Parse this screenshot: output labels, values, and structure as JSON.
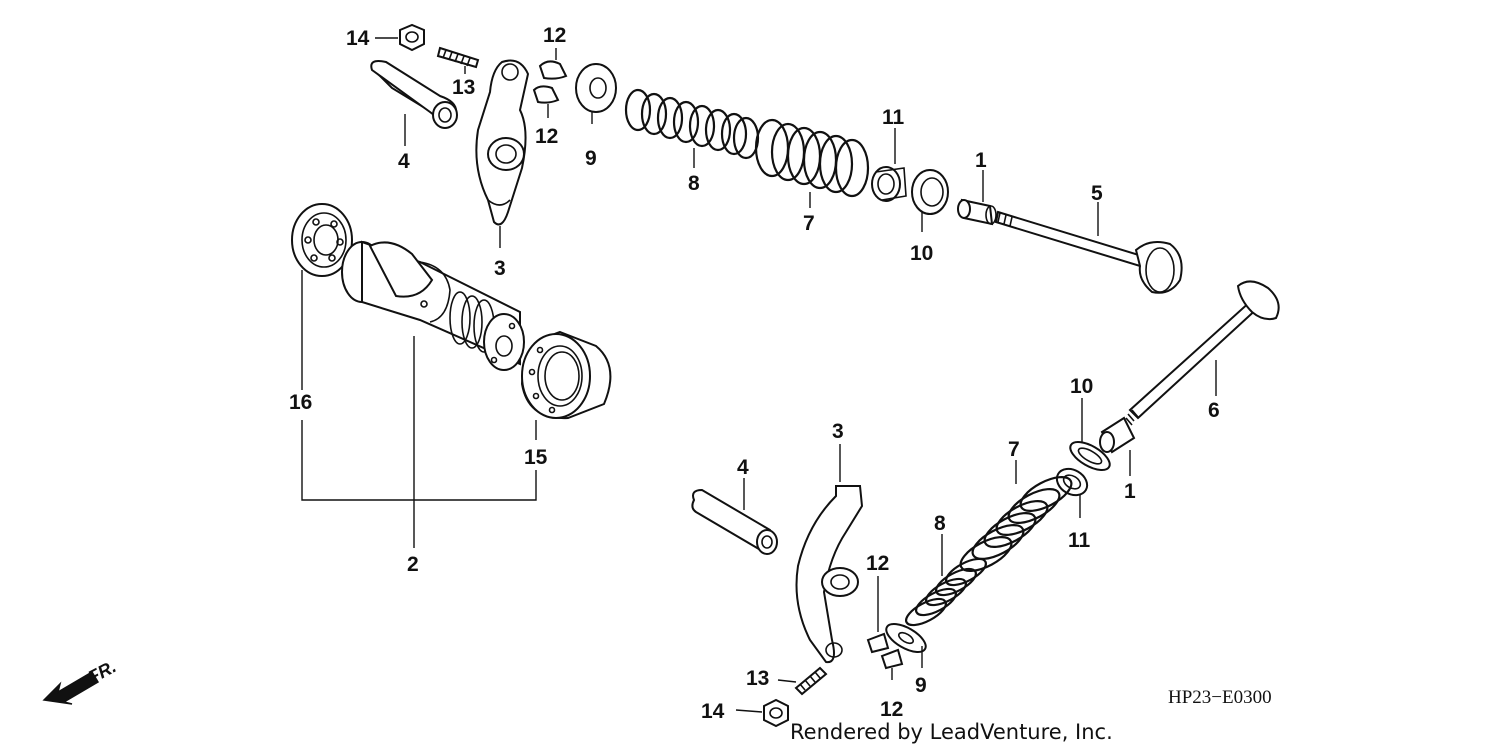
{
  "diagram": {
    "callouts": {
      "c1_top": "1",
      "c1_bottom": "1",
      "c2": "2",
      "c3_top": "3",
      "c3_bottom": "3",
      "c4_top": "4",
      "c4_bottom": "4",
      "c5": "5",
      "c6": "6",
      "c7_top": "7",
      "c7_bottom": "7",
      "c8_top": "8",
      "c8_bottom": "8",
      "c9_top": "9",
      "c9_bottom": "9",
      "c10_top": "10",
      "c10_bottom": "10",
      "c11_top": "11",
      "c11_bottom": "11",
      "c12_top_a": "12",
      "c12_top_b": "12",
      "c12_bottom_a": "12",
      "c12_bottom_b": "12",
      "c13_top": "13",
      "c13_bottom": "13",
      "c14_top": "14",
      "c14_bottom": "14",
      "c15": "15",
      "c16": "16"
    },
    "direction_label": "FR.",
    "diagram_code": "HP23−E0300",
    "credit": "Rendered by LeadVenture, Inc."
  },
  "colors": {
    "ink": "#111111",
    "background": "#ffffff"
  }
}
